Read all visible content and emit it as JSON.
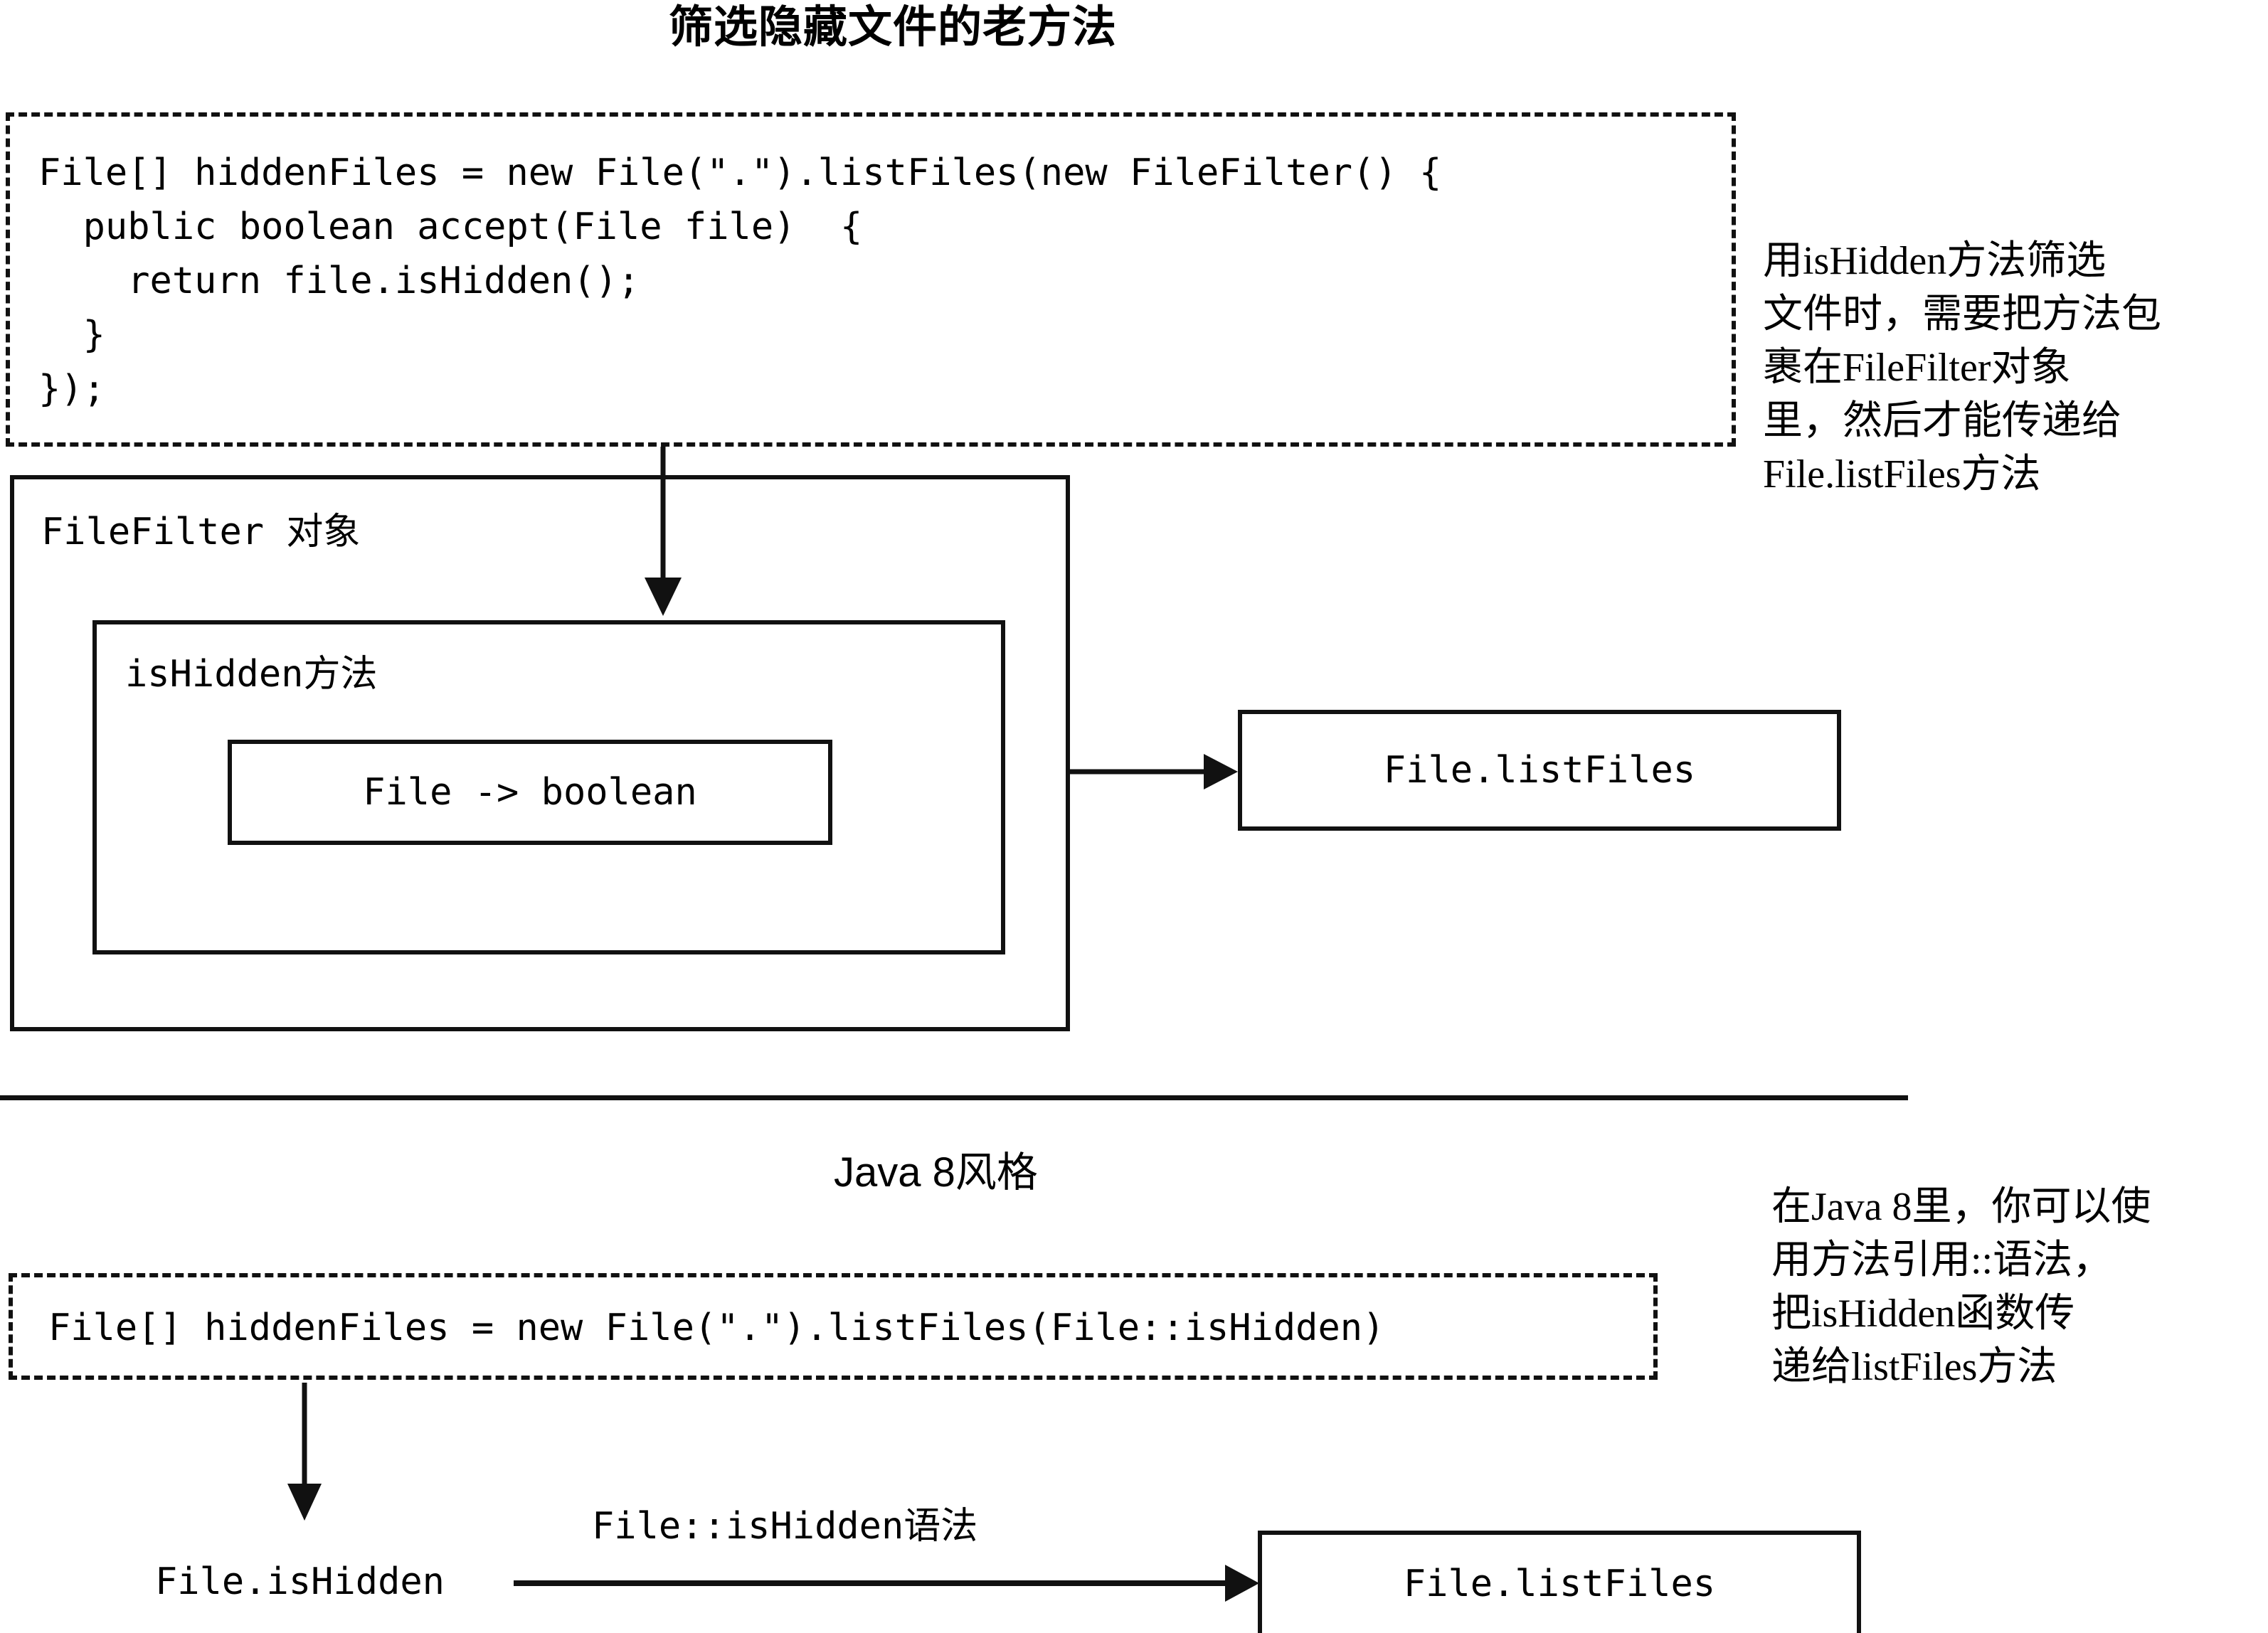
{
  "sections": {
    "old": {
      "title": "筛选隐藏文件的老方法",
      "code": "File[] hiddenFiles = new File(\".\").listFiles(new FileFilter() {\n  public boolean accept(File file)  {\n    return file.isHidden();\n  }\n});",
      "filter_object_label": "FileFilter 对象",
      "method_label": "isHidden方法",
      "signature_label": "File -> boolean",
      "target_label": "File.listFiles",
      "annotation": "用isHidden方法筛选\n文件时，需要把方法包\n裹在FileFilter对象\n里，然后才能传递给\nFile.listFiles方法"
    },
    "java8": {
      "title": "Java 8风格",
      "code": "File[] hiddenFiles = new File(\".\").listFiles(File::isHidden)",
      "source_label": "File.isHidden",
      "arrow_label": "File::isHidden语法",
      "target_label": "File.listFiles",
      "annotation": "在Java 8里，你可以使\n用方法引用::语法，\n把isHidden函数传\n递给listFiles方法"
    }
  },
  "colors": {
    "ink": "#111111",
    "background": "#ffffff"
  }
}
